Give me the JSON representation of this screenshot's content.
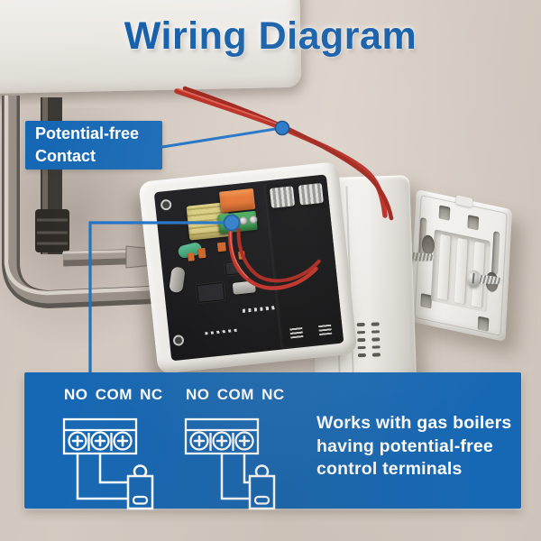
{
  "title": "Wiring Diagram",
  "callout": {
    "line1": "Potential-free",
    "line2": "Contact"
  },
  "bottom_panel": {
    "diagrams": [
      {
        "terminals_label": "NO COM NC",
        "wired_terminals": "NO + COM"
      },
      {
        "terminals_label": "NO COM NC",
        "wired_terminals": "COM + NC"
      }
    ],
    "note_line1": "Works with gas boilers",
    "note_line2": "having potential-free",
    "note_line3": "control terminals"
  },
  "colors": {
    "accent_blue": "#1768b4",
    "title_blue": "#155fa9",
    "callout_line_blue": "#1f70c4",
    "wire_red": "#b8291f",
    "wall_beige": "#d5cbc2"
  }
}
